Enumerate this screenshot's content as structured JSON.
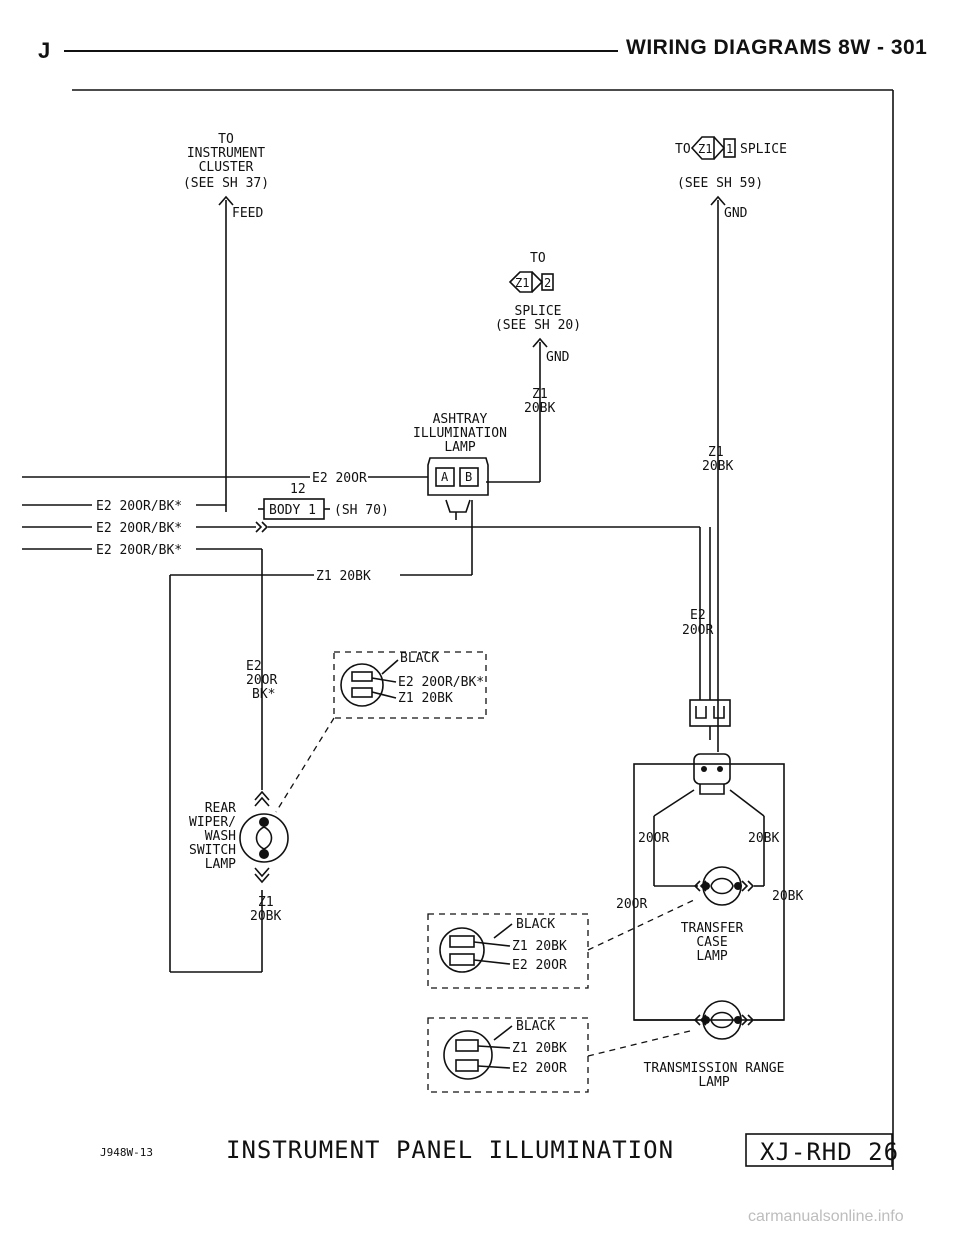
{
  "header": {
    "letter": "J",
    "title": "WIRING DIAGRAMS   8W - 301"
  },
  "labels": {
    "to_cluster": [
      "TO",
      "INSTRUMENT",
      "CLUSTER",
      "(SEE SH 37)"
    ],
    "feed": "FEED",
    "to_splice_right": "TO",
    "splice_right_tag1": "Z1",
    "splice_right_tag2": "1",
    "splice_right_word": "SPLICE",
    "see_sh_59": "(SEE SH 59)",
    "gnd_right": "GND",
    "to_mid": "TO",
    "splice_mid_tag1": "Z1",
    "splice_mid_tag2": "2",
    "splice_mid": [
      "SPLICE",
      "(SEE SH 20)"
    ],
    "gnd_mid": "GND",
    "z1_20bk_mid": [
      "Z1",
      "20BK"
    ],
    "ashtray": [
      "ASHTRAY",
      "ILLUMINATION",
      "LAMP"
    ],
    "conn_a": "A",
    "conn_b": "B",
    "e2_20or_top": "E2 20OR",
    "num_12": "12",
    "body_1": "BODY 1",
    "sh_70": "(SH 70)",
    "left_wire_1": "E2 20OR/BK*",
    "left_wire_2": "E2 20OR/BK*",
    "left_wire_3": "E2 20OR/BK*",
    "z1_20bk_right": [
      "Z1",
      "20BK"
    ],
    "z1_20bk_horiz": "Z1 20BK",
    "e2_20or_right": [
      "E2",
      "20OR"
    ],
    "e2_20or_bk_left": [
      "E2",
      "20OR",
      "BK*"
    ],
    "rear_wiper": [
      "REAR",
      "WIPER/",
      "WASH",
      "SWITCH",
      "LAMP"
    ],
    "z1_20bk_left": [
      "Z1",
      "20BK"
    ],
    "detail1": {
      "color": "BLACK",
      "w1": "E2 20OR/BK*",
      "w2": "Z1 20BK"
    },
    "detail2": {
      "color": "BLACK",
      "w1": "Z1 20BK",
      "w2": "E2 20OR"
    },
    "detail3": {
      "color": "BLACK",
      "w1": "Z1 20BK",
      "w2": "E2 20OR"
    },
    "w_20or_a": "20OR",
    "w_20bk_a": "20BK",
    "w_20or_b": "20OR",
    "w_20bk_b": "20BK",
    "transfer_case": [
      "TRANSFER",
      "CASE",
      "LAMP"
    ],
    "trans_range": [
      "TRANSMISSION RANGE",
      "LAMP"
    ]
  },
  "footer": {
    "code": "J948W-13",
    "title": "INSTRUMENT PANEL ILLUMINATION",
    "model": "XJ-RHD 26"
  },
  "watermark": "carmanualsonline.info"
}
